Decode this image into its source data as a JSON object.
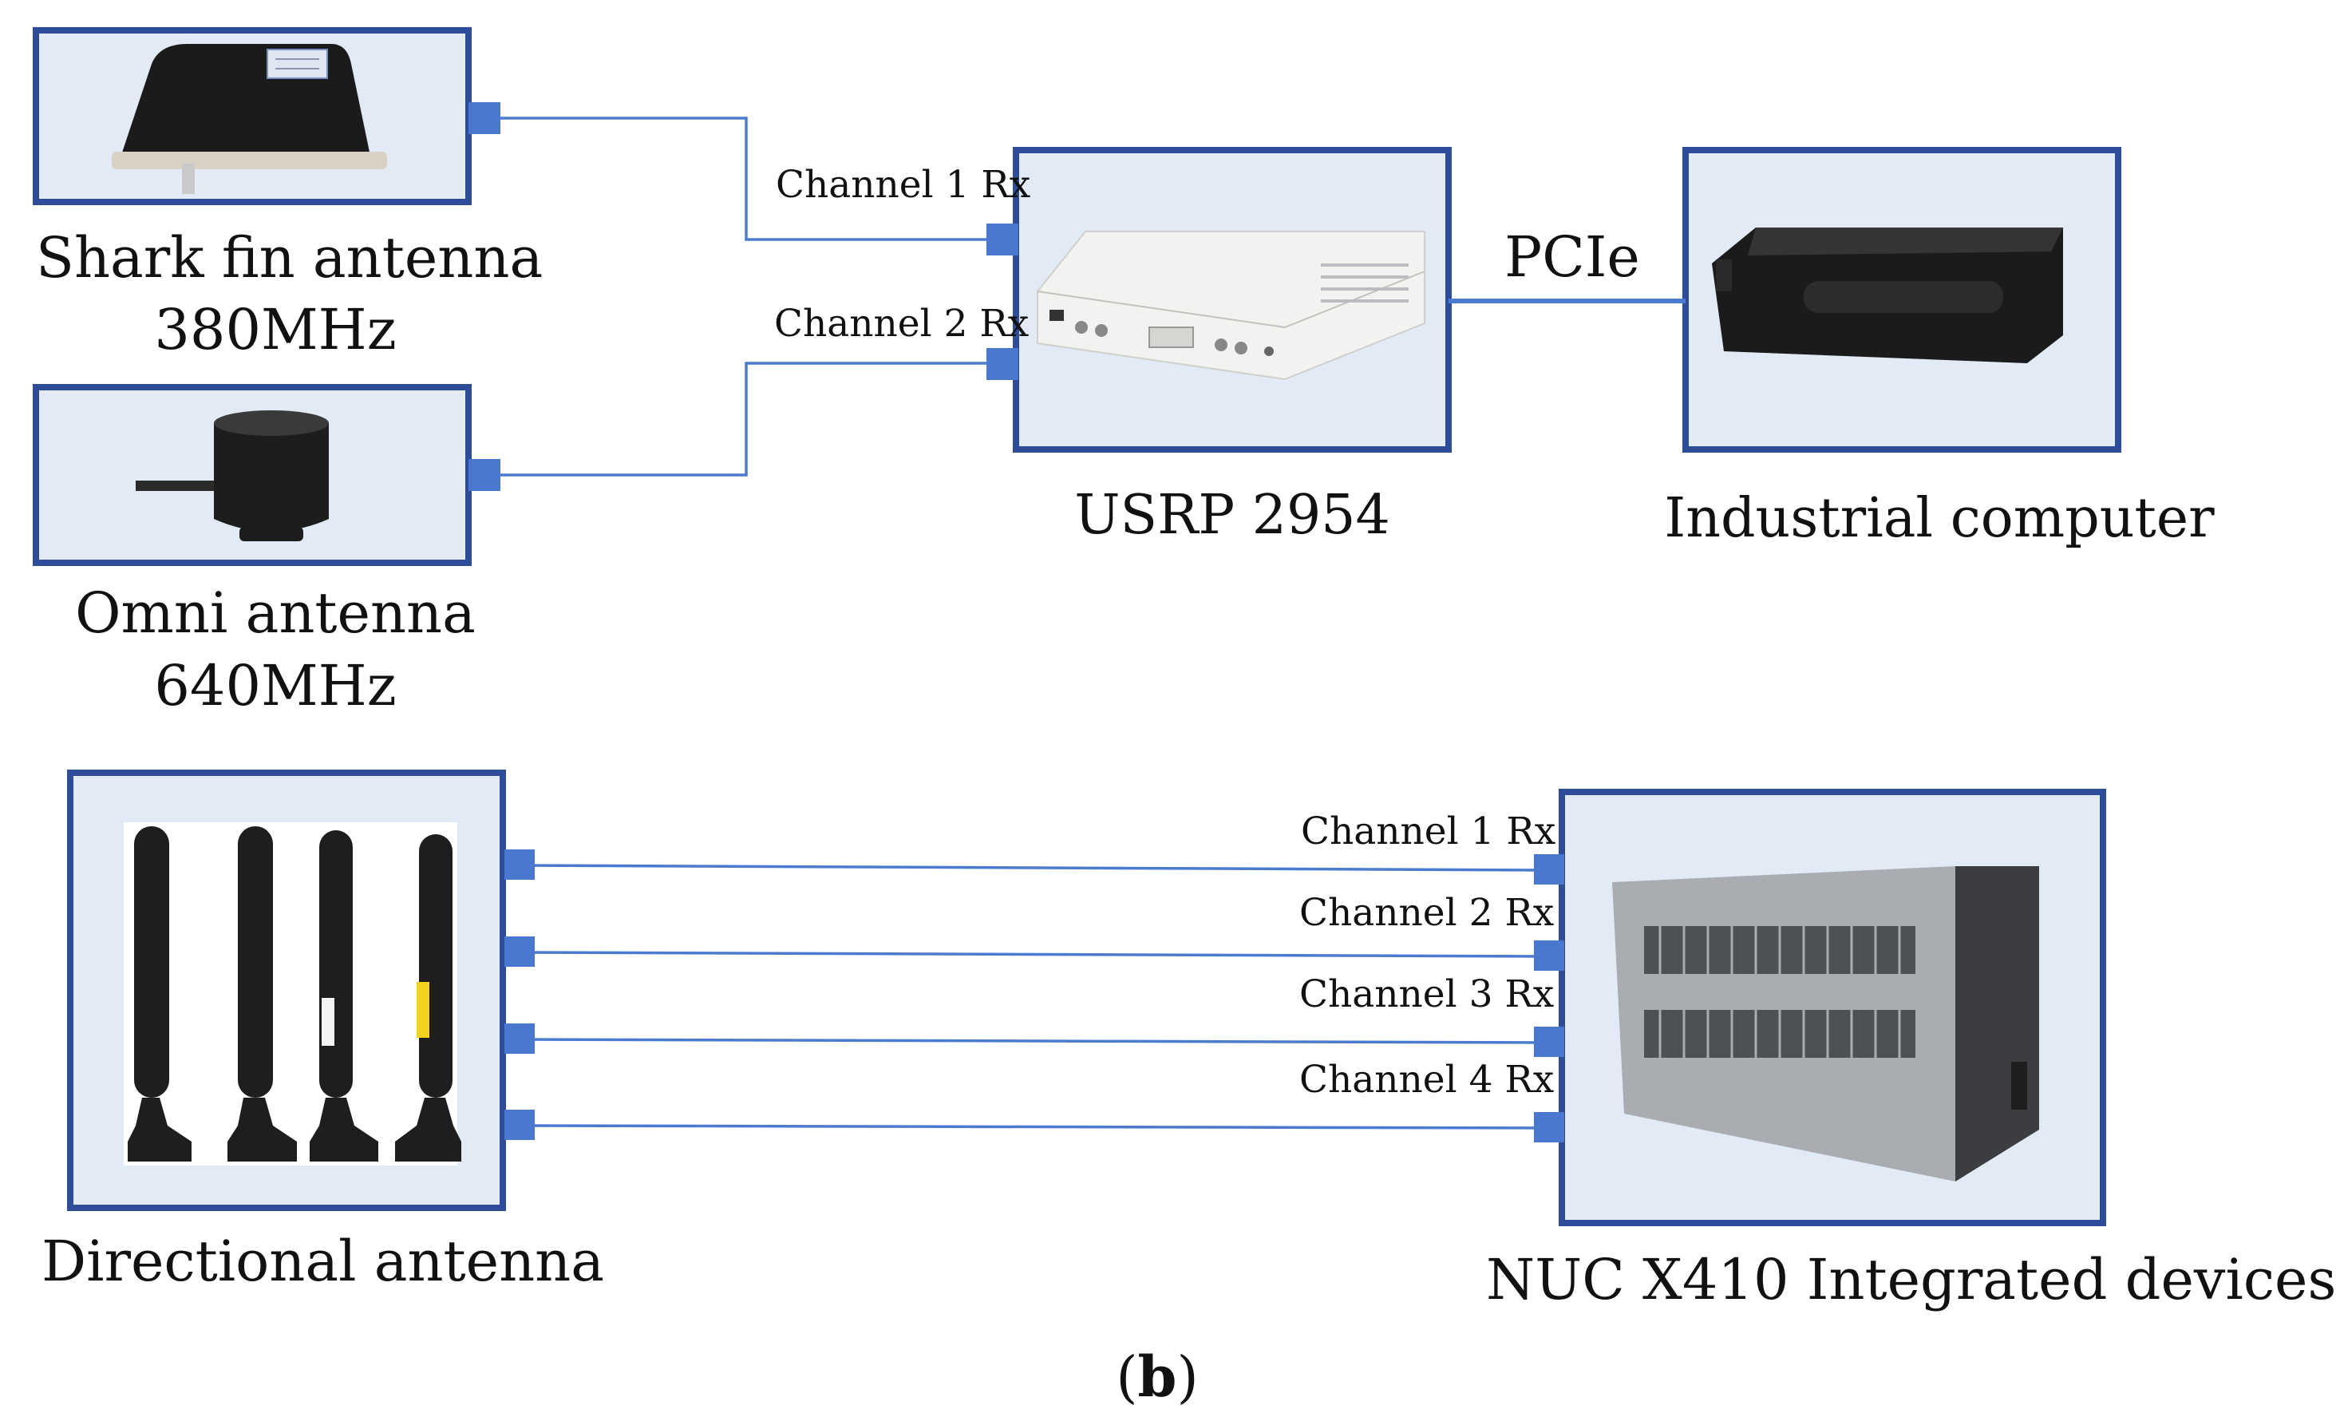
{
  "colors": {
    "frame": "#2d4d9a",
    "box_fill": "#e2ebf5",
    "wire": "#4a7bd0",
    "port": "#4a77cf",
    "device_black": "#1b1b1b",
    "device_white": "#f2f2f0",
    "device_metal": "#a9adb2"
  },
  "top": {
    "shark_fin": {
      "name": "Shark fin antenna",
      "freq": "380MHz",
      "icon": "shark-fin-antenna-photo"
    },
    "omni": {
      "name": "Omni antenna",
      "freq": "640MHz",
      "icon": "omni-antenna-photo"
    },
    "usrp": {
      "name": "USRP 2954",
      "icon": "usrp-device-photo"
    },
    "computer": {
      "name": "Industrial computer",
      "icon": "industrial-computer-photo"
    },
    "link_label": "PCIe",
    "channels": [
      "Channel 1 Rx",
      "Channel 2 Rx"
    ]
  },
  "bottom": {
    "directional": {
      "name": "Directional antenna",
      "icon": "directional-antennas-photo"
    },
    "nuc": {
      "name": "NUC X410 Integrated devices",
      "icon": "nuc-x410-device-photo"
    },
    "channels": [
      "Channel 1 Rx",
      "Channel 2 Rx",
      "Channel 3 Rx",
      "Channel 4 Rx"
    ]
  },
  "caption": {
    "open": "(",
    "letter": "b",
    "close": ")"
  }
}
